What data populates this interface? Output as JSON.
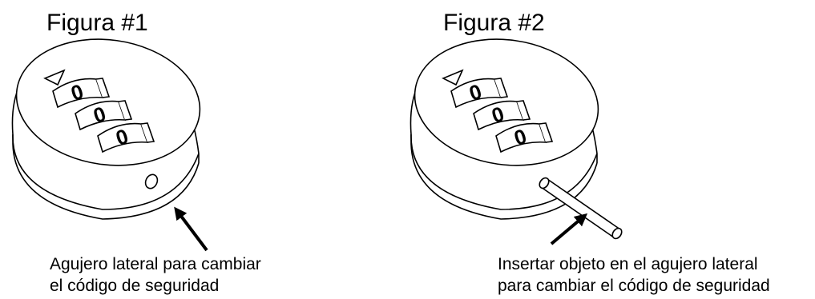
{
  "figures": [
    {
      "title": "Figura #1",
      "dial_digits": [
        "0",
        "0",
        "0"
      ],
      "caption_lines": [
        "Agujero lateral para cambiar",
        "el código de seguridad"
      ]
    },
    {
      "title": "Figura #2",
      "dial_digits": [
        "0",
        "0",
        "0"
      ],
      "caption_lines": [
        "Insertar objeto en el agujero lateral",
        "para cambiar el código de seguridad"
      ]
    }
  ]
}
